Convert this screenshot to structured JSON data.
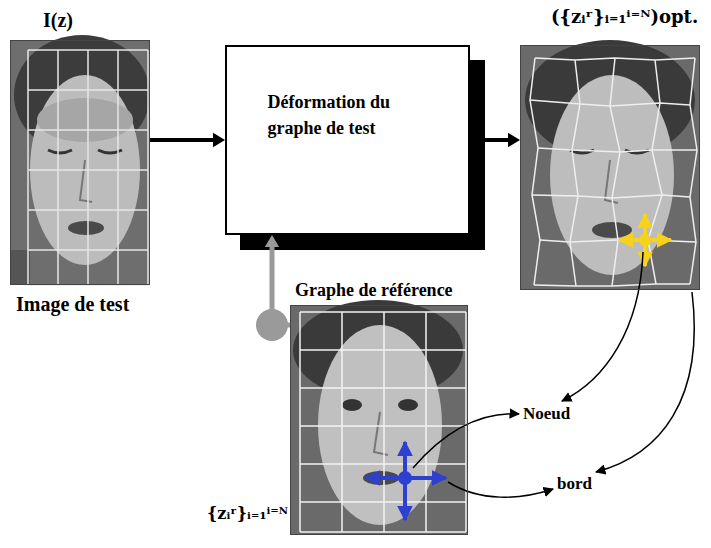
{
  "diagram": {
    "nodes": [
      {
        "text": [
          "I(z)",
          "Image de test"
        ]
      },
      {
        "text": [
          "Déformation du graphe de test"
        ]
      },
      {
        "text": [
          "({zᵢʳ}ᵢ₌₁ⁱ⁼ᴺ)opt."
        ]
      },
      {
        "text": [
          "Graphe de référence",
          "{zᵢʳ}ᵢ₌₁ⁱ⁼ᴺ"
        ]
      }
    ],
    "edges": [
      {
        "from": 0,
        "to": 1,
        "arrow": "to"
      },
      {
        "from": 1,
        "to": 2,
        "arrow": "to"
      },
      {
        "from": 3,
        "to": 1,
        "arrow": "to"
      }
    ],
    "labels": [
      "Noeud",
      "bord"
    ]
  }
}
